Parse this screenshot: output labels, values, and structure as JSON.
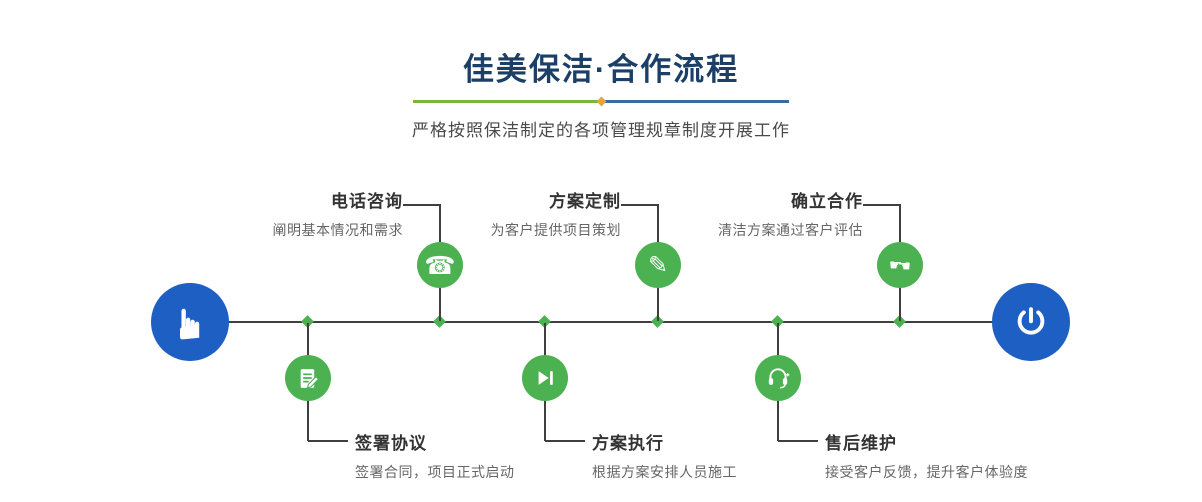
{
  "header": {
    "title": "佳美保洁·合作流程",
    "subtitle": "严格按照保洁制定的各项管理规章制度开展工作"
  },
  "steps_top": [
    {
      "title": "电话咨询",
      "desc": "阐明基本情况和需求",
      "icon": "phone-icon"
    },
    {
      "title": "方案定制",
      "desc": "为客户提供项目策划",
      "icon": "design-pen-icon"
    },
    {
      "title": "确立合作",
      "desc": "清洁方案通过客户评估",
      "icon": "handshake-icon"
    }
  ],
  "steps_bottom": [
    {
      "title": "签署协议",
      "desc": "签署合同，项目正式启动",
      "icon": "sign-document-icon"
    },
    {
      "title": "方案执行",
      "desc": "根据方案安排人员施工",
      "icon": "play-next-icon"
    },
    {
      "title": "售后维护",
      "desc": "接受客户反馈，提升客户体验度",
      "icon": "headset-icon"
    }
  ],
  "icons": {
    "hand_pointer": "☛",
    "phone": "☎",
    "design_pen": "✎",
    "handshake_left": "☛",
    "handshake_right": "☚"
  },
  "colors": {
    "title": "#1c3f67",
    "accent_green": "#4cb151",
    "accent_blue": "#1d5fc2",
    "line": "#3f3f3f",
    "divider_green": "#7cb43e",
    "divider_blue": "#3a6b9e",
    "divider_gold": "#dfa73e",
    "text_dark": "#333333",
    "text_gray": "#666666"
  }
}
